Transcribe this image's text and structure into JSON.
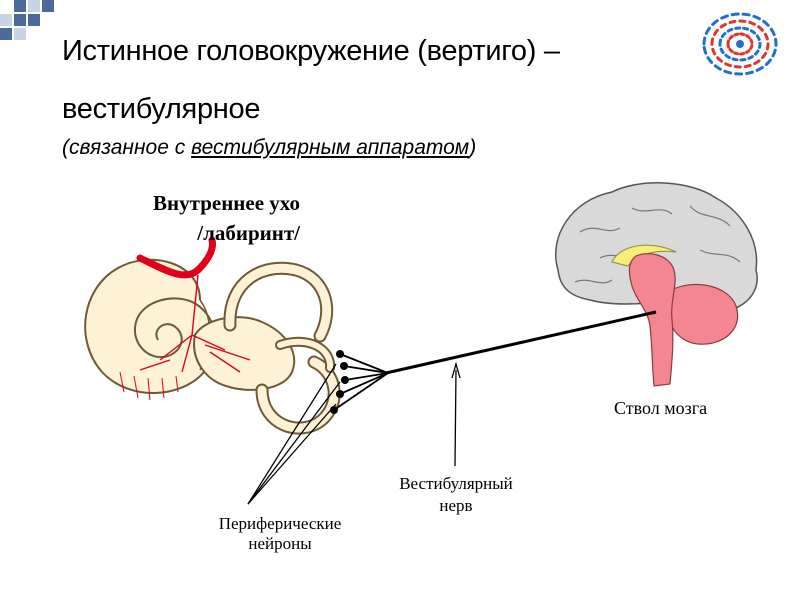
{
  "title": {
    "line1": "Истинное головокружение (вертиго) –",
    "line2": "вестибулярное"
  },
  "subtitle": {
    "prefix": "(связанное с ",
    "underlined": "вестибулярным аппаратом",
    "suffix": ")"
  },
  "labels": {
    "inner_ear_line1": "Внутреннее ухо",
    "inner_ear_line2": "/лабиринт/",
    "brainstem": "Ствол мозга",
    "vestibular_nerve_line1": "Вестибулярный",
    "vestibular_nerve_line2": "нерв",
    "peripheral_neurons_line1": "Периферические",
    "peripheral_neurons_line2": "нейроны"
  },
  "colors": {
    "accent_squares": "#4a6a9c",
    "light_squares": "#c9d4e6",
    "vessels": "#e0001a",
    "ear_fill": "#fdf2d6",
    "ear_stroke": "#6e5a34",
    "brain_fill": "#d9d9d9",
    "brainstem_fill": "#f3868e",
    "corpus_callosum": "#f7ee7a"
  },
  "logo": {
    "icon": "spiral-logo-icon"
  }
}
